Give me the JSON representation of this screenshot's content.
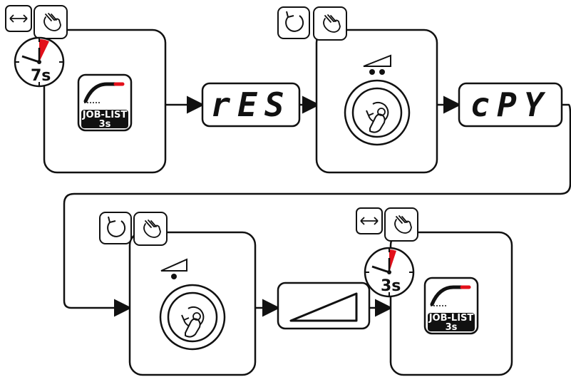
{
  "diagram": {
    "steps": [
      {
        "id": "step1",
        "icon": "job-list-button-icon",
        "badge_line1": "JOB-LIST",
        "badge_line2": "3s",
        "timer": "7s",
        "hint_icons": [
          "double-arrow-icon",
          "pointing-hand-icon"
        ]
      },
      {
        "id": "display-res",
        "display_text": "rES"
      },
      {
        "id": "step2",
        "icon": "rotary-knob-press-icon",
        "hint_icons": [
          "rotate-icon",
          "pointing-hand-icon"
        ],
        "indicator": "two-dots"
      },
      {
        "id": "display-cpy",
        "display_text": "cPY"
      },
      {
        "id": "step3",
        "icon": "rotary-knob-press-icon",
        "hint_icons": [
          "rotate-icon",
          "pointing-hand-icon"
        ],
        "indicator": "one-dot"
      },
      {
        "id": "ramp",
        "icon": "ramp-triangle-icon"
      },
      {
        "id": "step4",
        "icon": "job-list-button-icon",
        "badge_line1": "JOB-LIST",
        "badge_line2": "3s",
        "timer": "3s",
        "hint_icons": [
          "double-arrow-icon",
          "pointing-hand-icon"
        ]
      }
    ],
    "colors": {
      "line": "#111111",
      "badge": "#111111",
      "timer_sector": "#e3101a"
    }
  }
}
